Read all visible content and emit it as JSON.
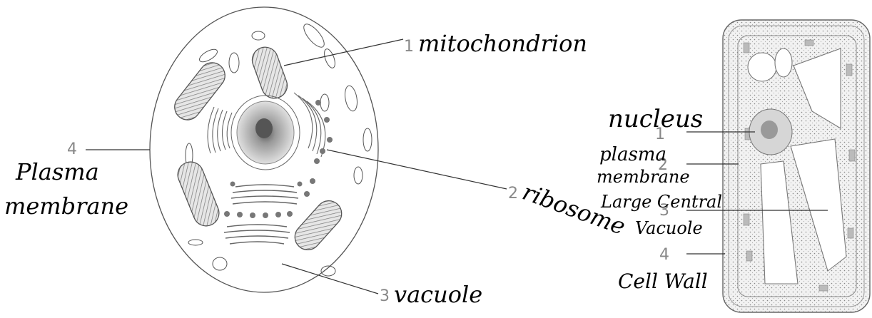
{
  "animal_cell": {
    "labels": {
      "mitochondrion": {
        "number": "1",
        "text": "mitochondrion"
      },
      "ribosome": {
        "number": "2",
        "text": "ribosome"
      },
      "vacuole": {
        "number": "3",
        "text": "vacuole"
      },
      "plasma_membrane": {
        "number": "4",
        "line1": "Plasma",
        "line2": "membrane"
      }
    }
  },
  "plant_cell": {
    "labels": {
      "nucleus": {
        "text": "nucleus",
        "number": "1"
      },
      "plasma_membrane": {
        "line1": "plasma",
        "line2": "membrane",
        "number": "2"
      },
      "large_central_vacuole": {
        "line1": "Large Central",
        "line2": "Vacuole",
        "number": "3"
      },
      "cell_wall": {
        "text": "Cell Wall",
        "number": "4"
      }
    }
  },
  "colors": {
    "ink": "#000000",
    "outline": "#555555",
    "fill_gray": "#cccccc",
    "dark_gray": "#777777"
  }
}
